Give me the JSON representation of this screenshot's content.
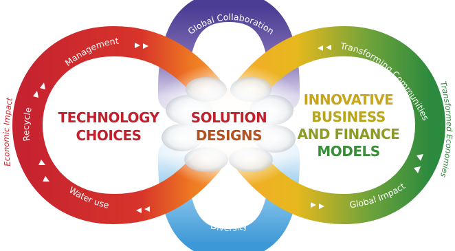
{
  "colors": {
    "red": "#c9232d",
    "orange": "#f08a1d",
    "yellow": "#e7b81e",
    "green": "#2f8b3e",
    "purple": "#5b4a9e",
    "blue": "#4aa6dd",
    "technology_text": "#c3202d",
    "solution_text_top": "#c3202d",
    "solution_text_bottom": "#2e8a3c",
    "innovative_text": "#c9a51b",
    "innovative_text_bottom": "#3a8e3a",
    "side_left": "#d3222e",
    "side_right": "#2e8a3c"
  },
  "left_loop": {
    "labels": [
      "Management",
      "Recycle",
      "Water use"
    ],
    "center_lines": [
      "TECHNOLOGY",
      "CHOICES"
    ],
    "side_label": "Economic Impact"
  },
  "right_loop": {
    "labels": [
      "Transforming Communities",
      "Global Impact"
    ],
    "center_lines": [
      "INNOVATIVE",
      "BUSINESS",
      "AND FINANCE",
      "MODELS"
    ],
    "side_label": "Transformed Economies"
  },
  "top_loop": {
    "label": "Global Collaboration",
    "icon": "purple-ring"
  },
  "bottom_loop": {
    "label": "Diversity",
    "icon": "blue-ring"
  },
  "center": {
    "lines": [
      "SOLUTION",
      "DESIGNS"
    ]
  },
  "icons": {
    "arrow": "white-triangle-arrow",
    "cloud": "glow-cloud"
  }
}
